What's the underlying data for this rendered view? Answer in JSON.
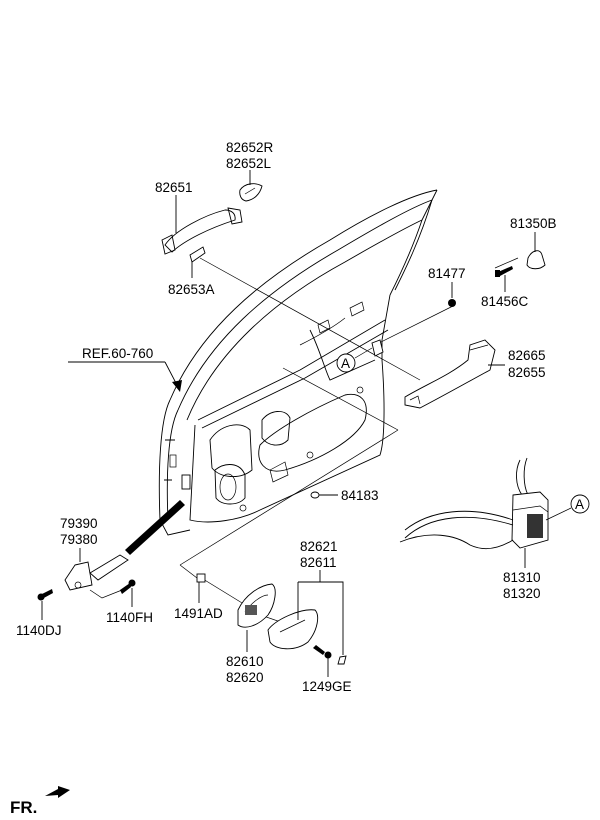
{
  "diagram": {
    "title": "Front Door Locking & Handle Parts",
    "reference": "REF.60-760",
    "direction_marker": "FR.",
    "callout_marker": "A",
    "labels": {
      "p82652R": "82652R",
      "p82652L": "82652L",
      "p82651": "82651",
      "p82653A": "82653A",
      "p81350B": "81350B",
      "p81477": "81477",
      "p81456C": "81456C",
      "p82665": "82665",
      "p82655": "82655",
      "p84183": "84183",
      "p79390": "79390",
      "p79380": "79380",
      "p1140DJ": "1140DJ",
      "p1140FH": "1140FH",
      "p82621": "82621",
      "p82611": "82611",
      "p1491AD": "1491AD",
      "p82610": "82610",
      "p82620": "82620",
      "p1249GE": "1249GE",
      "p81310": "81310",
      "p81320": "81320"
    },
    "parts": [
      {
        "id": "82652R",
        "desc": "outside handle cover (RH)"
      },
      {
        "id": "82652L",
        "desc": "outside handle cover (LH)"
      },
      {
        "id": "82651",
        "desc": "outside door handle"
      },
      {
        "id": "82653A",
        "desc": "handle gasket"
      },
      {
        "id": "81350B",
        "desc": "striker"
      },
      {
        "id": "81477",
        "desc": "bolt"
      },
      {
        "id": "81456C",
        "desc": "screw"
      },
      {
        "id": "82665",
        "desc": "outside handle frame"
      },
      {
        "id": "82655",
        "desc": "outside handle frame"
      },
      {
        "id": "84183",
        "desc": "plug"
      },
      {
        "id": "79390",
        "desc": "door checker"
      },
      {
        "id": "79380",
        "desc": "door checker"
      },
      {
        "id": "1140DJ",
        "desc": "bolt"
      },
      {
        "id": "1140FH",
        "desc": "bolt"
      },
      {
        "id": "82621",
        "desc": "inside handle"
      },
      {
        "id": "82611",
        "desc": "inside handle"
      },
      {
        "id": "1491AD",
        "desc": "nut"
      },
      {
        "id": "82610",
        "desc": "inside handle housing"
      },
      {
        "id": "82620",
        "desc": "inside handle housing"
      },
      {
        "id": "1249GE",
        "desc": "screw"
      },
      {
        "id": "81310",
        "desc": "door latch"
      },
      {
        "id": "81320",
        "desc": "door latch"
      }
    ]
  }
}
